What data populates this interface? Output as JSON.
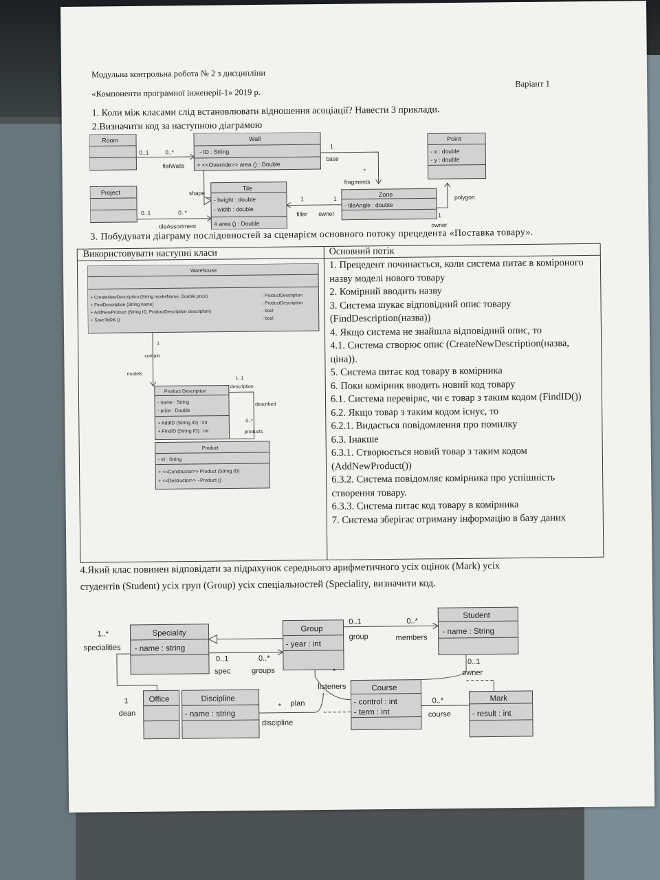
{
  "header": {
    "line1": "Модульна контрольна робота № 2 з дисципліни",
    "line2": "«Компоненти програмної інженерії-1» 2019 р.",
    "variant": "Варіант 1"
  },
  "q1": "1. Коли між класами слід встановлювати відношення асоціації? Навести 3 приклади.",
  "q2": "2.Визначити код за наступною діаграмою",
  "d1": {
    "room": "Room",
    "wall": "Wall",
    "wall_attr": "- ID : String",
    "wall_op": "+ <<Override>> area () : Double",
    "point": "Point",
    "point_x": "- x : double",
    "point_y": "- y : double",
    "project": "Project",
    "tile": "Tile",
    "tile_h": "- height : double",
    "tile_w": "- width : double",
    "tile_op": "# area () : Double",
    "zone": "Zone",
    "zone_attr": "- tileAngle : double",
    "m_room": "0..1",
    "m_flatwalls": "0..*",
    "flatwalls": "flatWalls",
    "m_base": "1",
    "base": "base",
    "m_frag": "*",
    "fragments": "fragments",
    "shape": "shape",
    "m_proj": "0..1",
    "m_assort": "0..*",
    "assort": "tileAssortment",
    "m_filler": "1",
    "filler": "filler",
    "m_owner1": "1",
    "owner1": "owner",
    "polygon": "polygon",
    "m_owner2": "1",
    "owner2": "owner"
  },
  "q3": "3. Побудувати діаграму послідовностей за сценарієм основного потоку прецедента «Поставка товару».",
  "table": {
    "left_head": "Використовувати наступні класи",
    "right_head": "Основний потік"
  },
  "d2": {
    "warehouse": "Warehouse",
    "ops": [
      {
        "sig": "+ CreateNewDescription (String modelName, Double price)",
        "ret": ": ProductDescription"
      },
      {
        "sig": "+ FindDescription (String name)",
        "ret": ": ProductDescription"
      },
      {
        "sig": "+ AddNewProduct (String ID, ProductDescription description)",
        "ret": ": bool"
      },
      {
        "sig": "+ SaveToDB ()",
        "ret": ": bool"
      }
    ],
    "m_contain": "1",
    "contain": "contain",
    "models": "models",
    "pd": "Product Description",
    "pd_name": "- name : String",
    "pd_price": "- price : Double",
    "pd_op1": "+ AddID (String ID) : int",
    "pd_op2": "+ FindID (String ID) : int",
    "m_desc": "1..1",
    "description": "description",
    "described": "described",
    "m_products": "0..*",
    "products": "products",
    "product": "Product",
    "p_id": "- Id : String",
    "p_op1": "+ <<Constructor>> Product (String ID)",
    "p_op2": "+ <<Destructor>> ~Product ()"
  },
  "flow": [
    "1. Прецедент починається, коли система питає в коміроного назву моделі нового товару",
    "2. Комірний вводить назву",
    "3. Система шукає відповідний опис товару (FindDescription(назва))",
    "4. Якщо система не знайшла відповідний опис, то",
    "4.1. Система створює опис (CreateNewDescription(назва, ціна)).",
    "5. Система питає код товару в комірника",
    "6. Поки комірник вводить новий код товару",
    "6.1. Система перевіряє, чи є товар з таким кодом (FindID())",
    "6.2. Якщо товар з таким кодом існує, то",
    "6.2.1. Видається повідомлення про помилку",
    "6.3. Інакше",
    "6.3.1. Створюється новий товар з таким кодом (AddNewProduct())",
    "6.3.2. Система повідомляє комірника про успішність створення товару.",
    "6.3.3. Система питає код товару в комірника",
    "7. Система зберігає отриману інформацію в базу даних"
  ],
  "q4_line1": "4.Який клас повинен відповідати за підрахунок середнього арифметичного усіх оцінок (Mark) усіх",
  "q4_line2": "студентів (Student) усіх груп (Group) усіх спеціальностей (Speciality, визначити код.",
  "d3": {
    "speciality": "Speciality",
    "sp_attr": "- name : string",
    "group": "Group",
    "g_attr": "- year : int",
    "student": "Student",
    "st_attr": "- name : String",
    "office": "Office",
    "discipline": "Discipline",
    "di_attr": "- name : string",
    "course": "Course",
    "c_attr1": "- control : int",
    "c_attr2": "- term : int",
    "mark": "Mark",
    "m_attr": "- result : int",
    "m_spec": "1..*",
    "specialities": "specialities",
    "m_g1": "0..1",
    "group_role": "group",
    "m_members": "0..*",
    "members": "members",
    "m_spec2": "0..1",
    "spec": "spec",
    "m_groups": "0..*",
    "groups": "groups",
    "m_dean": "1",
    "dean": "dean",
    "m_listeners": "*",
    "listeners": "listeners",
    "m_plan": "*",
    "plan": "plan",
    "discipline_role": "discipline",
    "m_owner": "0..1",
    "owner": "owner",
    "m_course": "0..*",
    "course_role": "course"
  }
}
